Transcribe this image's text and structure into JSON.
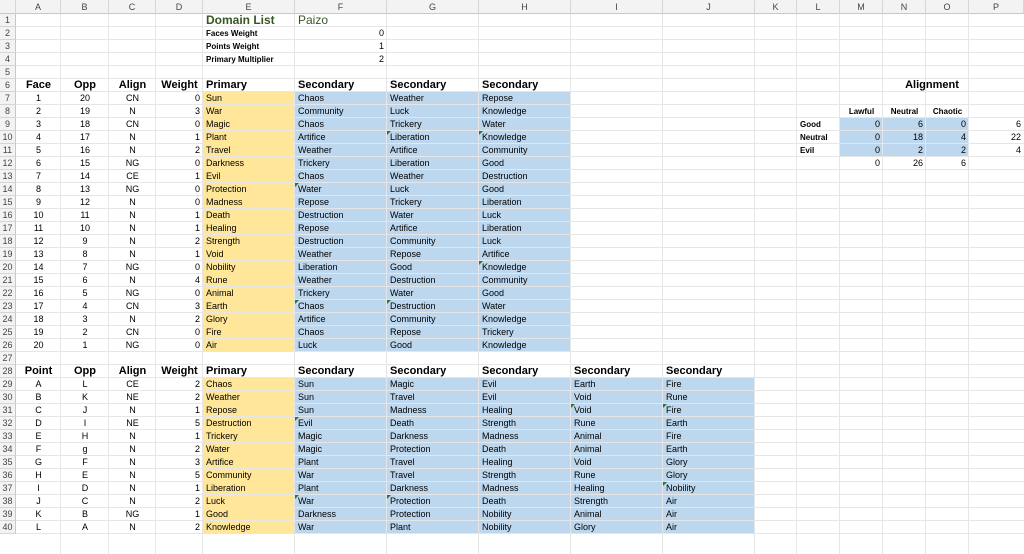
{
  "colors": {
    "yellow": "#ffe699",
    "blue": "#bdd7ee",
    "green_text": "#375623",
    "grid": "#e6e6e6",
    "header_bg": "#f3f3f3"
  },
  "columns": [
    "A",
    "B",
    "C",
    "D",
    "E",
    "F",
    "G",
    "H",
    "I",
    "J",
    "K",
    "L",
    "M",
    "N",
    "O",
    "P"
  ],
  "rows": [
    "1",
    "2",
    "3",
    "4",
    "5",
    "6",
    "7",
    "8",
    "9",
    "10",
    "11",
    "12",
    "13",
    "14",
    "15",
    "16",
    "17",
    "18",
    "19",
    "20",
    "21",
    "22",
    "23",
    "24",
    "25",
    "26",
    "27",
    "28",
    "29",
    "30",
    "31",
    "32",
    "33",
    "34",
    "35",
    "36",
    "37",
    "38",
    "39",
    "40"
  ],
  "title": {
    "domain_list": "Domain List",
    "paizo": "Paizo"
  },
  "weights": [
    {
      "label": "Faces Weight",
      "value": "0"
    },
    {
      "label": "Points Weight",
      "value": "1"
    },
    {
      "label": "Primary Multiplier",
      "value": "2"
    }
  ],
  "table1": {
    "headers": [
      "Face",
      "Opp",
      "Align",
      "Weight",
      "Primary",
      "Secondary",
      "Secondary",
      "Secondary"
    ],
    "rows": [
      [
        "1",
        "20",
        "CN",
        "0",
        "Sun",
        "Chaos",
        "Weather",
        "Repose"
      ],
      [
        "2",
        "19",
        "N",
        "3",
        "War",
        "Community",
        "Luck",
        "Knowledge"
      ],
      [
        "3",
        "18",
        "CN",
        "0",
        "Magic",
        "Chaos",
        "Trickery",
        "Water"
      ],
      [
        "4",
        "17",
        "N",
        "1",
        "Plant",
        "Artifice",
        "Liberation",
        "Knowledge"
      ],
      [
        "5",
        "16",
        "N",
        "2",
        "Travel",
        "Weather",
        "Artifice",
        "Community"
      ],
      [
        "6",
        "15",
        "NG",
        "0",
        "Darkness",
        "Trickery",
        "Liberation",
        "Good"
      ],
      [
        "7",
        "14",
        "CE",
        "1",
        "Evil",
        "Chaos",
        "Weather",
        "Destruction"
      ],
      [
        "8",
        "13",
        "NG",
        "0",
        "Protection",
        "Water",
        "Luck",
        "Good"
      ],
      [
        "9",
        "12",
        "N",
        "0",
        "Madness",
        "Repose",
        "Trickery",
        "Liberation"
      ],
      [
        "10",
        "11",
        "N",
        "1",
        "Death",
        "Destruction",
        "Water",
        "Luck"
      ],
      [
        "11",
        "10",
        "N",
        "1",
        "Healing",
        "Repose",
        "Artifice",
        "Liberation"
      ],
      [
        "12",
        "9",
        "N",
        "2",
        "Strength",
        "Destruction",
        "Community",
        "Luck"
      ],
      [
        "13",
        "8",
        "N",
        "1",
        "Void",
        "Weather",
        "Repose",
        "Artifice"
      ],
      [
        "14",
        "7",
        "NG",
        "0",
        "Nobility",
        "Liberation",
        "Good",
        "Knowledge"
      ],
      [
        "15",
        "6",
        "N",
        "4",
        "Rune",
        "Weather",
        "Destruction",
        "Community"
      ],
      [
        "16",
        "5",
        "NG",
        "0",
        "Animal",
        "Trickery",
        "Water",
        "Good"
      ],
      [
        "17",
        "4",
        "CN",
        "3",
        "Earth",
        "Chaos",
        "Destruction",
        "Water"
      ],
      [
        "18",
        "3",
        "N",
        "2",
        "Glory",
        "Artifice",
        "Community",
        "Knowledge"
      ],
      [
        "19",
        "2",
        "CN",
        "0",
        "Fire",
        "Chaos",
        "Repose",
        "Trickery"
      ],
      [
        "20",
        "1",
        "NG",
        "0",
        "Air",
        "Luck",
        "Good",
        "Knowledge"
      ]
    ]
  },
  "table2": {
    "headers": [
      "Point",
      "Opp",
      "Align",
      "Weight",
      "Primary",
      "Secondary",
      "Secondary",
      "Secondary",
      "Secondary",
      "Secondary"
    ],
    "rows": [
      [
        "A",
        "L",
        "CE",
        "2",
        "Chaos",
        "Sun",
        "Magic",
        "Evil",
        "Earth",
        "Fire"
      ],
      [
        "B",
        "K",
        "NE",
        "2",
        "Weather",
        "Sun",
        "Travel",
        "Evil",
        "Void",
        "Rune"
      ],
      [
        "C",
        "J",
        "N",
        "1",
        "Repose",
        "Sun",
        "Madness",
        "Healing",
        "Void",
        "Fire"
      ],
      [
        "D",
        "I",
        "NE",
        "5",
        "Destruction",
        "Evil",
        "Death",
        "Strength",
        "Rune",
        "Earth"
      ],
      [
        "E",
        "H",
        "N",
        "1",
        "Trickery",
        "Magic",
        "Darkness",
        "Madness",
        "Animal",
        "Fire"
      ],
      [
        "F",
        "g",
        "N",
        "2",
        "Water",
        "Magic",
        "Protection",
        "Death",
        "Animal",
        "Earth"
      ],
      [
        "G",
        "F",
        "N",
        "3",
        "Artifice",
        "Plant",
        "Travel",
        "Healing",
        "Void",
        "Glory"
      ],
      [
        "H",
        "E",
        "N",
        "5",
        "Community",
        "War",
        "Travel",
        "Strength",
        "Rune",
        "Glory"
      ],
      [
        "I",
        "D",
        "N",
        "1",
        "Liberation",
        "Plant",
        "Darkness",
        "Madness",
        "Healing",
        "Nobility"
      ],
      [
        "J",
        "C",
        "N",
        "2",
        "Luck",
        "War",
        "Protection",
        "Death",
        "Strength",
        "Air"
      ],
      [
        "K",
        "B",
        "NG",
        "1",
        "Good",
        "Darkness",
        "Protection",
        "Nobility",
        "Animal",
        "Air"
      ],
      [
        "L",
        "A",
        "N",
        "2",
        "Knowledge",
        "War",
        "Plant",
        "Nobility",
        "Glory",
        "Air"
      ]
    ]
  },
  "alignment": {
    "title": "Alignment",
    "cols": [
      "Lawful",
      "Neutral",
      "Chaotic"
    ],
    "rows": [
      {
        "label": "Good",
        "values": [
          "0",
          "6",
          "0"
        ],
        "total": "6"
      },
      {
        "label": "Neutral",
        "values": [
          "0",
          "18",
          "4"
        ],
        "total": "22"
      },
      {
        "label": "Evil",
        "values": [
          "0",
          "2",
          "2"
        ],
        "total": "4"
      }
    ],
    "col_totals": [
      "0",
      "26",
      "6"
    ]
  }
}
